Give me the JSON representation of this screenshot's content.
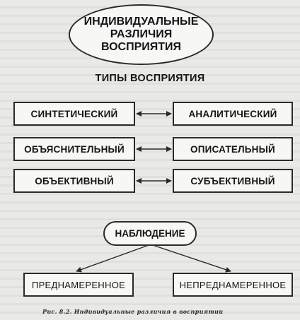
{
  "title": {
    "line1": "ИНДИВИДУАЛЬНЫЕ",
    "line2": "РАЗЛИЧИЯ",
    "line3": "ВОСПРИЯТИЯ"
  },
  "types_heading": "ТИПЫ ВОСПРИЯТИЯ",
  "pairs": [
    {
      "left": "СИНТЕТИЧЕСКИЙ",
      "right": "АНАЛИТИЧЕСКИЙ"
    },
    {
      "left": "ОБЪЯСНИТЕЛЬНЫЙ",
      "right": "ОПИСАТЕЛЬНЫЙ"
    },
    {
      "left": "ОБЪЕКТИВНЫЙ",
      "right": "СУБЪЕКТИВНЫЙ"
    }
  ],
  "observation": {
    "label": "НАБЛЮДЕНИЕ",
    "children": [
      "ПРЕДНАМЕРЕННОЕ",
      "НЕПРЕДНАМЕРЕННОЕ"
    ]
  },
  "caption": "Рис. 8.2. Индивидуальные различия в восприятии"
}
